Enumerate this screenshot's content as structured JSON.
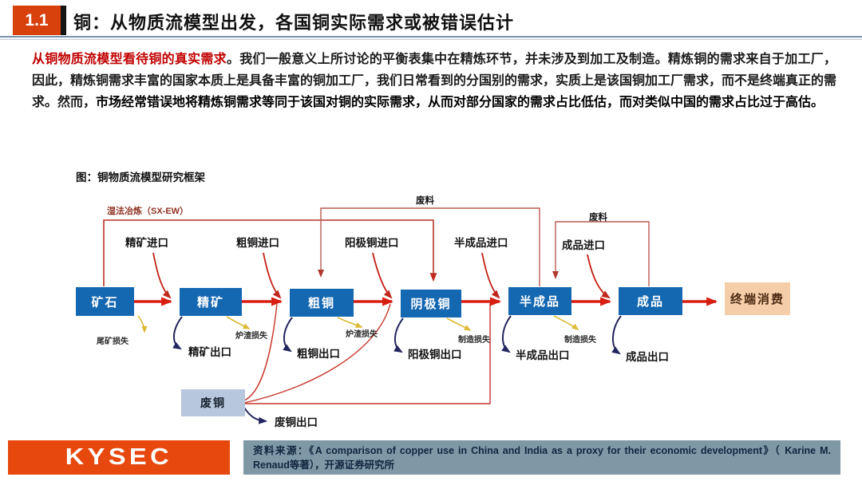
{
  "header": {
    "badge": "1.1",
    "title": "铜：从物质流模型出发，各国铜实际需求或被错误估计"
  },
  "intro": {
    "lead": "从铜物质流模型看待铜的真实需求",
    "body": "。我们一般意义上所讨论的平衡表集中在精炼环节，并未涉及到加工及制造。精炼铜的需求来自于加工厂，因此，精炼铜需求丰富的国家本质上是具备丰富的铜加工厂，我们日常看到的分国别的需求，实质上是该国铜加工厂需求，而不是终端真正的需求。然而，",
    "emphasis": "市场经常错误地将精炼铜需求等同于该国对铜的实际需求，从而对部分国家的需求占比低估，而对类似中国的需求占比过于高估。"
  },
  "figure": {
    "caption": "图：铜物质流模型研究框架",
    "sxew_label": "湿法冶炼（SX-EW）",
    "scrap_flow_labels": [
      "废料",
      "废料"
    ],
    "stages": [
      "矿石",
      "精矿",
      "粗铜",
      "阴极铜",
      "半成品",
      "成品"
    ],
    "terminal": "终端消费",
    "scrap": "废铜",
    "imports": [
      "精矿进口",
      "粗铜进口",
      "阳极铜进口",
      "半成品进口",
      "成品进口"
    ],
    "exports": [
      "精矿出口",
      "粗铜出口",
      "阳极铜出口",
      "半成品出口",
      "成品出口"
    ],
    "scrap_export": "废铜出口",
    "losses": [
      "尾矿损失",
      "炉渣损失",
      "炉渣损失",
      "制造损失",
      "制造损失"
    ],
    "colors": {
      "stage_box": "#1467b1",
      "terminal_box": "#f5cda9",
      "scrap_box": "#b7c7de",
      "flow_red": "#d81e12",
      "export_navy": "#23255e",
      "loss_yellow": "#dcba35",
      "accent_orange": "#e7480e"
    }
  },
  "footer": {
    "logo": "KYSEC",
    "source": "资料来源：《A comparison of copper use in China and India as a proxy for their economic development》（ Karine M. Renaud等著），开源证券研究所"
  }
}
